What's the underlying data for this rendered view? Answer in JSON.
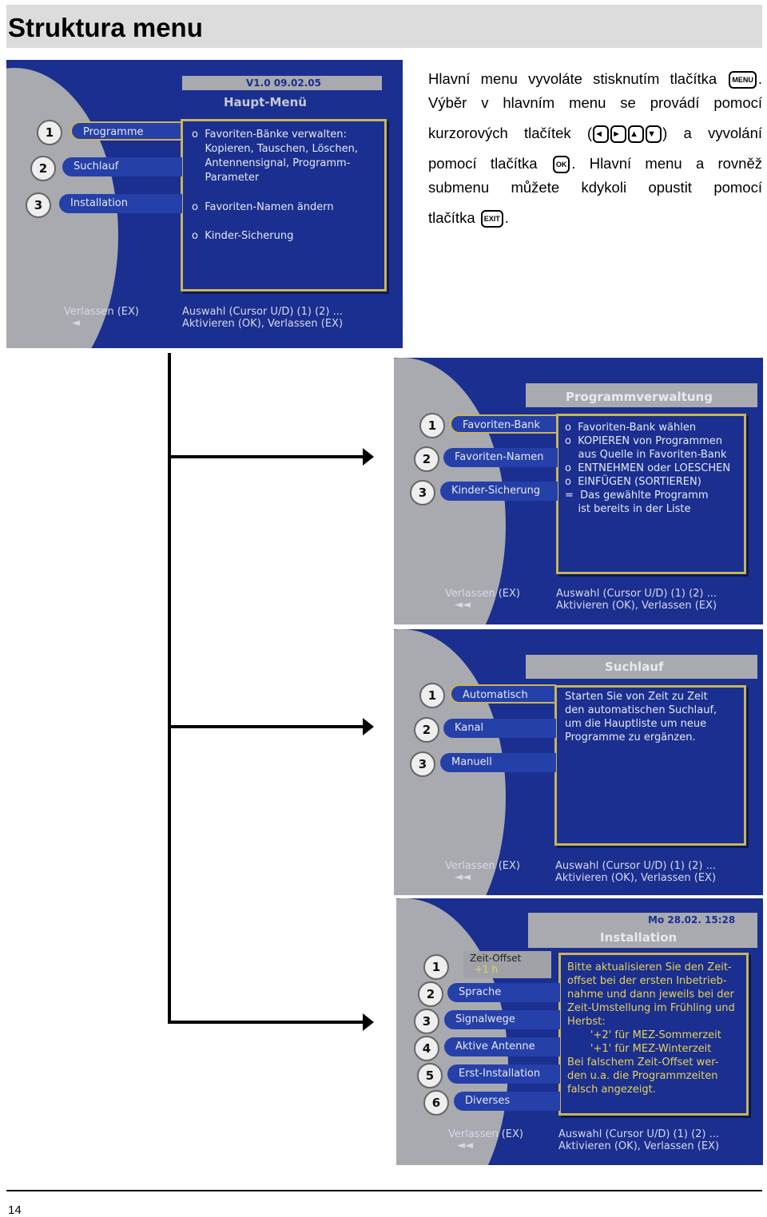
{
  "page": {
    "title": "Struktura menu",
    "page_number": "14"
  },
  "description": {
    "l1_a": "Hlavní menu vyvoláte stisknutím tlačítka",
    "l1_b": ".",
    "l2": "Výběr v hlavním menu se provádí pomocí",
    "l3_a": "kurzorových tlačítek (",
    "l3_b": ") a vyvolání",
    "l4_a": "pomocí tlačítka",
    "l4_b": ". Hlavní menu a rovněž",
    "l5": "submenu můžete kdykoli opustit pomocí",
    "l6_a": "tlačítka",
    "l6_b": ".",
    "keys": {
      "menu": "MENU",
      "ok": "OK",
      "exit": "EXIT",
      "left": "◄",
      "right": "►",
      "up": "▲",
      "down": "▼"
    }
  },
  "screens": {
    "main": {
      "version": "V1.0  09.02.05",
      "title": "Haupt-Menü",
      "items": [
        {
          "num": "1",
          "label": "Programme"
        },
        {
          "num": "2",
          "label": "Suchlauf"
        },
        {
          "num": "3",
          "label": "Installation"
        }
      ],
      "info": [
        "o  Favoriten-Bänke verwalten:",
        "    Kopieren, Tauschen, Löschen,",
        "    Antennensignal, Programm-",
        "    Parameter",
        "o  Favoriten-Namen ändern",
        "o  Kinder-Sicherung"
      ],
      "exit": "Verlassen (EX)",
      "footer": "Auswahl (Cursor U/D) (1) (2) ...\nAktivieren (OK), Verlassen (EX)"
    },
    "program": {
      "title": "Programmverwaltung",
      "items": [
        {
          "num": "1",
          "label": "Favoriten-Bank"
        },
        {
          "num": "2",
          "label": "Favoriten-Namen"
        },
        {
          "num": "3",
          "label": "Kinder-Sicherung"
        }
      ],
      "info": "o  Favoriten-Bank wählen\no  KOPIEREN von Programmen\n    aus Quelle in Favoriten-Bank\no  ENTNEHMEN oder LOESCHEN\no  EINFÜGEN (SORTIEREN)\n=  Das gewählte Programm\n    ist bereits in der Liste",
      "exit": "Verlassen (EX)",
      "footer": "Auswahl (Cursor U/D) (1) (2) ...\nAktivieren (OK), Verlassen (EX)"
    },
    "search": {
      "title": "Suchlauf",
      "items": [
        {
          "num": "1",
          "label": "Automatisch"
        },
        {
          "num": "2",
          "label": "Kanal"
        },
        {
          "num": "3",
          "label": "Manuell"
        }
      ],
      "info": "Starten Sie von Zeit zu Zeit\nden automatischen Suchlauf,\num die Hauptliste um neue\nProgramme zu ergänzen.",
      "exit": "Verlassen (EX)",
      "footer": "Auswahl (Cursor U/D) (1) (2) ...\nAktivieren (OK), Verlassen (EX)"
    },
    "install": {
      "datetime": "Mo 28.02.   15:28",
      "title": "Installation",
      "zeit_label": "Zeit-Offset",
      "zeit_value": "+1 h",
      "items": [
        {
          "num": "1",
          "label": ""
        },
        {
          "num": "2",
          "label": "Sprache"
        },
        {
          "num": "3",
          "label": "Signalwege"
        },
        {
          "num": "4",
          "label": "Aktive Antenne"
        },
        {
          "num": "5",
          "label": "Erst-Installation"
        },
        {
          "num": "6",
          "label": "Diverses"
        }
      ],
      "info": "Bitte aktualisieren Sie den Zeit-\noffset bei der ersten Inbetrieb-\nnahme und dann jeweils bei der\nZeit-Umstellung im Frühling und\nHerbst:\n       '+2' für MEZ-Sommerzeit\n       '+1' für MEZ-Winterzeit\nBei falschem Zeit-Offset wer-\nden u.a. die Programmzeiten\nfalsch angezeigt.",
      "exit": "Verlassen (EX)",
      "footer": "Auswahl (Cursor U/D) (1) (2) ...\nAktivieren (OK), Verlassen (EX)"
    }
  }
}
